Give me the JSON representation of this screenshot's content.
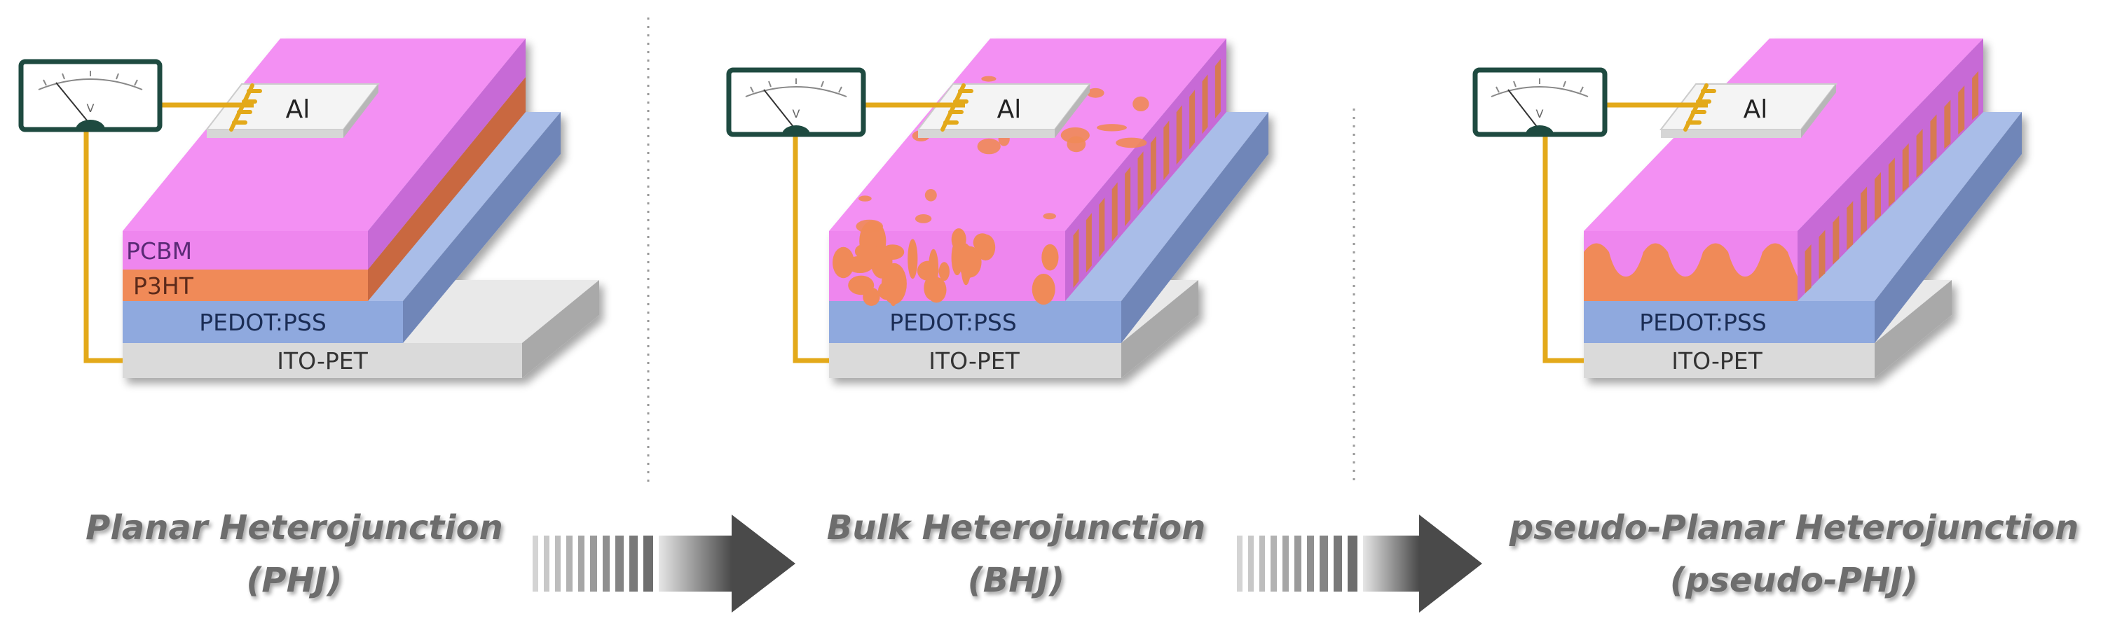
{
  "panels": [
    {
      "id": "phj",
      "electrode": "Al",
      "layers": [
        "PCBM",
        "P3HT",
        "PEDOT:PSS",
        "ITO-PET"
      ],
      "caption": [
        "Planar Heterojunction",
        "(PHJ)"
      ]
    },
    {
      "id": "bhj",
      "electrode": "Al",
      "layers": [
        "PEDOT:PSS",
        "ITO-PET"
      ],
      "caption": [
        "Bulk Heterojunction",
        "(BHJ)"
      ]
    },
    {
      "id": "pphj",
      "electrode": "Al",
      "layers": [
        "PEDOT:PSS",
        "ITO-PET"
      ],
      "caption": [
        "pseudo-Planar Heterojunction",
        "(pseudo-PHJ)"
      ]
    }
  ],
  "meter_label": "V",
  "colors": {
    "pcbm": "#ee86ee",
    "p3ht": "#f08a58",
    "pedot": "#8fa9de",
    "ito": "#d9d9d9",
    "wire": "#e3a91a",
    "meter_frame": "#1e4a40",
    "caption_text": "#6d6d6d"
  }
}
